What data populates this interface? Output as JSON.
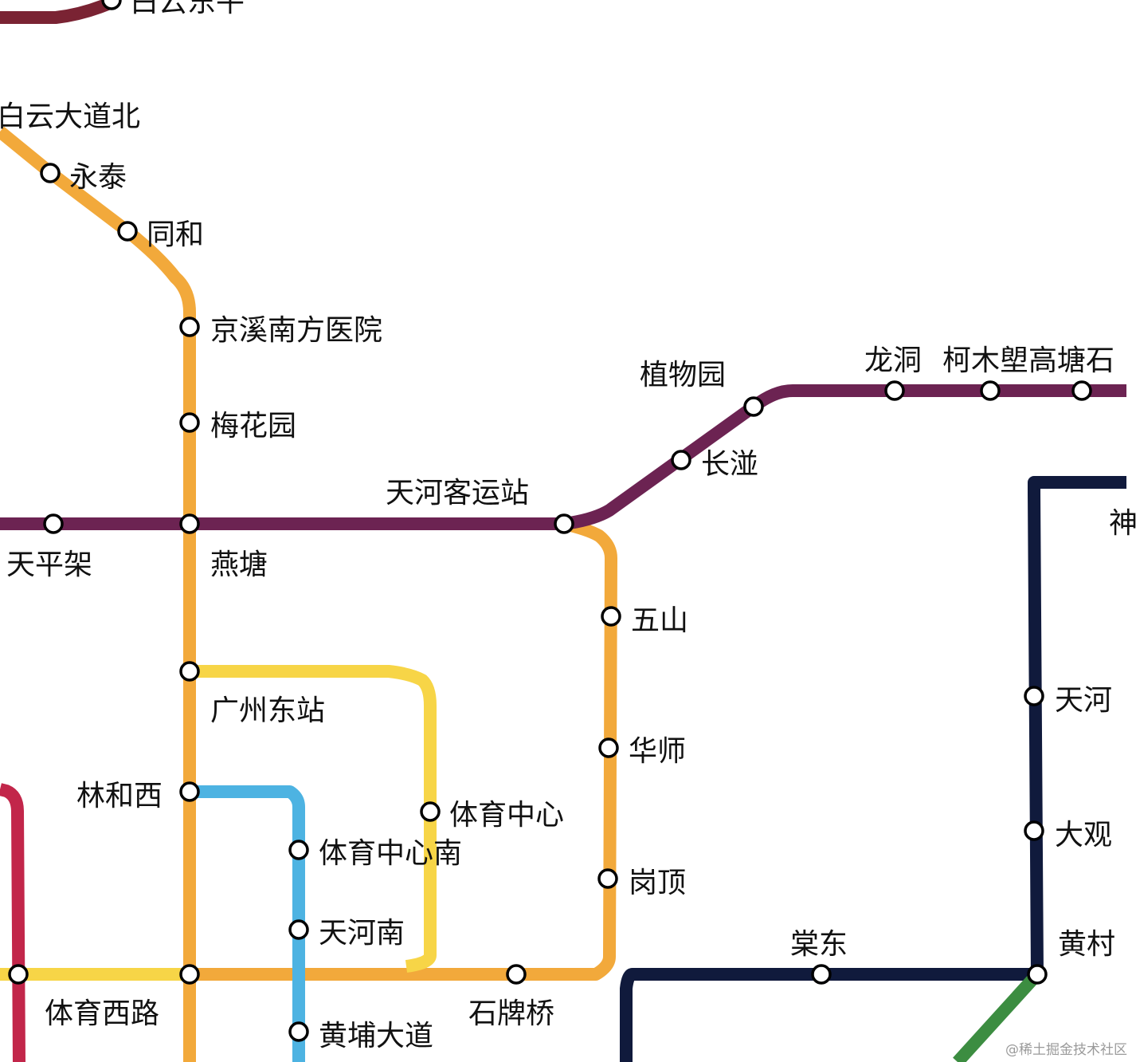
{
  "map": {
    "colors": {
      "line_orange": "#f2a93b",
      "line_purple": "#6c2352",
      "line_yellow": "#f7d547",
      "line_blue": "#4db3e2",
      "line_navy": "#101a3c",
      "line_maroon": "#7a2333",
      "line_red": "#c2264a",
      "line_green": "#3c8d41"
    },
    "stations": {
      "baiyun_dongping": "白云东平",
      "baiyun_dadao_bei": "白云大道北",
      "yongtai": "永泰",
      "tonghe": "同和",
      "jingxi_nanfang_yiyuan": "京溪南方医院",
      "meihuayuan": "梅花园",
      "yantang": "燕塘",
      "tianpingjia": "天平架",
      "tianhe_keyunzhan": "天河客运站",
      "zhiwuyuan": "植物园",
      "changban": "长湴",
      "longdong": "龙洞",
      "kemushu": "柯木塱",
      "gaotang_shi": "高塘石",
      "wushan": "五山",
      "huashi": "华师",
      "gangding": "岗顶",
      "guangzhou_dongzhan": "广州东站",
      "tiyu_zhongxin": "体育中心",
      "tiyu_zhongxin_nan": "体育中心南",
      "linhexi": "林和西",
      "tianhe_nan": "天河南",
      "tiyu_xilu": "体育西路",
      "shipaiqiao": "石牌桥",
      "huangpu_dadao": "黄埔大道",
      "tangdong": "棠东",
      "huangcun": "黄村",
      "shen_partial": "神",
      "tianhe_partial": "天河",
      "daguan_partial": "大观"
    },
    "watermark": "@稀土掘金技术社区"
  }
}
